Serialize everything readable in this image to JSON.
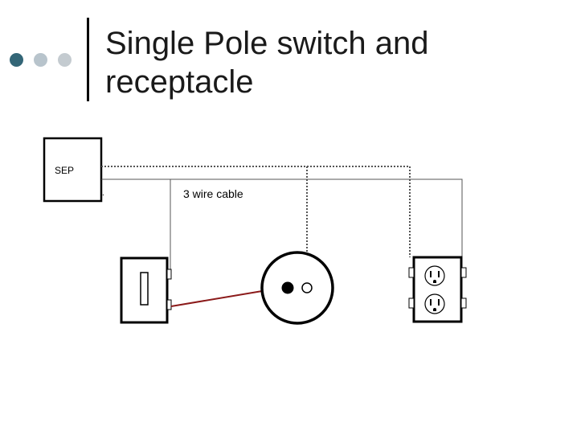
{
  "slide": {
    "title": "Single Pole switch and receptacle"
  },
  "bullets": {
    "colors": [
      "#336677",
      "#b8c4cc",
      "#c4cbd0"
    ]
  },
  "diagram": {
    "panel_label": "SEP",
    "cable_label": "3 wire cable",
    "colors": {
      "line": "#000000",
      "grey_wire": "#555555",
      "switch_leg": "#8b1a1a"
    }
  }
}
